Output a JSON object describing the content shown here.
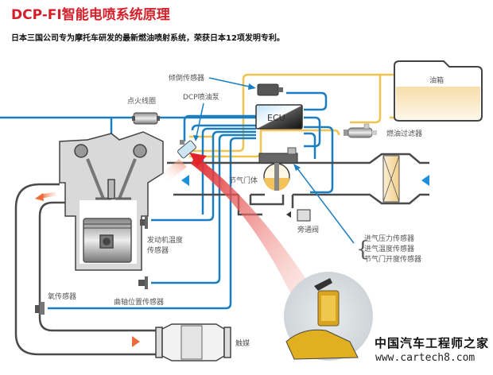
{
  "header": {
    "title": "DCP-FI智能电喷系统原理",
    "subtitle": "日本三国公司专为摩托车研发的最新燃油喷射系统，荣获日本12项发明专利。"
  },
  "labels": {
    "tilt_sensor": "倾倒传感器",
    "ignition_coil": "点火线圈",
    "dcp_pump": "DCP喷油泵",
    "ecu": "ECU",
    "fuel_tank": "油箱",
    "fuel_filter": "燃油过滤器",
    "throttle_body": "节气门体",
    "bypass_valve": "旁通阀",
    "intake_pressure_sensor": "进气压力传感器",
    "intake_temp_sensor": "进气温度传感器",
    "throttle_position_sensor": "节气门开度传感器",
    "engine_temp_sensor_line1": "发动机温度",
    "engine_temp_sensor_line2": "传感器",
    "oxygen_sensor": "氧传感器",
    "crank_position_sensor": "曲轴位置传感器",
    "catalyst": "触媒"
  },
  "watermark": {
    "name": "中国汽车工程师之家",
    "url": "www.cartech8.com"
  },
  "colors": {
    "title_red": "#d4202a",
    "signal_blue": "#1a7fc1",
    "fuel_yellow": "#f2c44f",
    "pipe_gray": "#4a4a4a",
    "arrow_red": "#e03a2a",
    "airflow_blue": "#1e90d8"
  }
}
